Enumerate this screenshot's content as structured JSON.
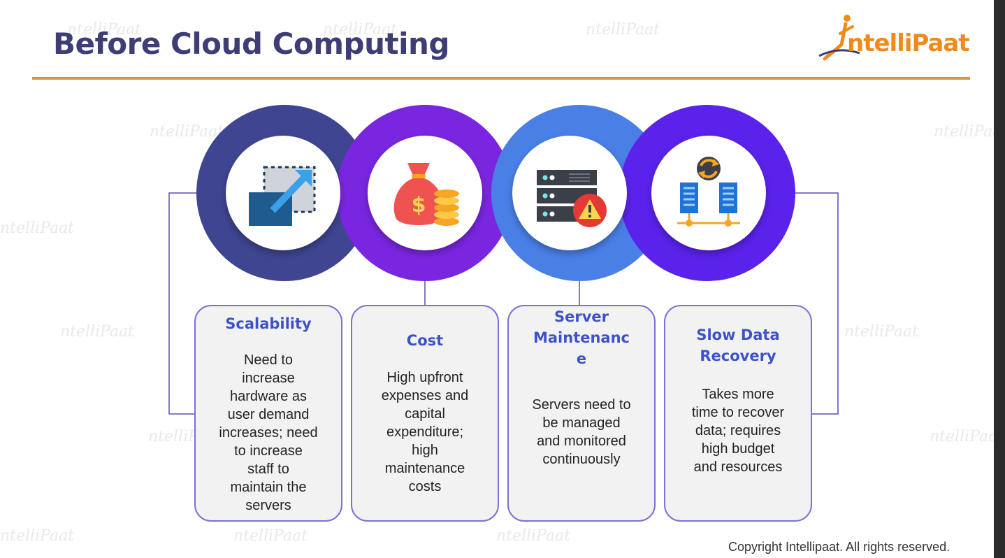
{
  "slide": {
    "title": "Before Cloud Computing",
    "logo_text": "ntelliPaat",
    "watermark": "ntelliPaat",
    "copyright": "Copyright Intellipaat. All rights reserved."
  },
  "colors": {
    "title": "#3f3d76",
    "rule": "#e0943a",
    "logo": "#f08a1d",
    "heading": "#3d52c8",
    "card_border": "#7b71d6",
    "ring_1": "#3f4590",
    "ring_2": "#7a26e0",
    "ring_3": "#4a7fe6",
    "ring_4": "#5b22ec"
  },
  "items": [
    {
      "icon": "scale-up-icon",
      "title_lines": [
        "Scalability"
      ],
      "body_lines": [
        "Need to",
        "increase",
        "hardware as",
        "user demand",
        "increases; need",
        "to increase",
        "staff to",
        "maintain the",
        "servers"
      ]
    },
    {
      "icon": "money-bag-icon",
      "title_lines": [
        "Cost"
      ],
      "body_lines": [
        "High upfront",
        "expenses and",
        "capital",
        "expenditure;",
        "high",
        "maintenance",
        "costs"
      ]
    },
    {
      "icon": "server-warning-icon",
      "title_lines": [
        "Server",
        "Maintenanc",
        "e"
      ],
      "body_lines": [
        "Servers need to",
        "be managed",
        "and monitored",
        "continuously"
      ]
    },
    {
      "icon": "data-recovery-icon",
      "title_lines": [
        "Slow Data",
        "Recovery"
      ],
      "body_lines": [
        "Takes more",
        "time to recover",
        "data; requires",
        "high budget",
        "and resources"
      ]
    }
  ]
}
